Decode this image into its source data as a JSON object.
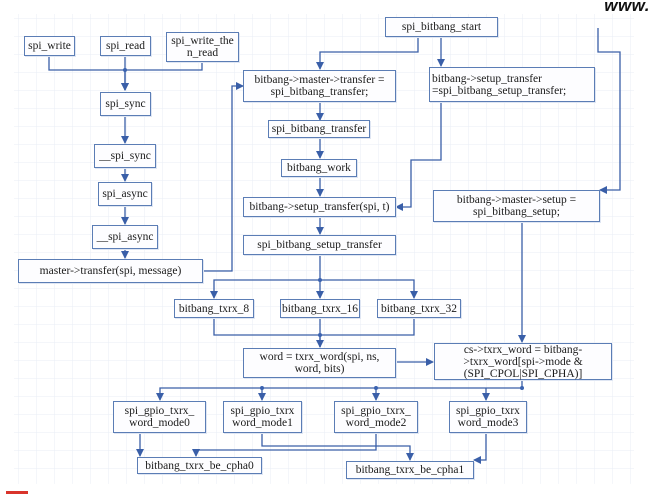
{
  "watermark": "www.",
  "nodes": {
    "spi_bitbang_start": "spi_bitbang_start",
    "spi_write": "spi_write",
    "spi_read": "spi_read",
    "spi_write_then_read": "spi_write_the n_read",
    "master_transfer_assign": "bitbang->master->transfer = spi_bitbang_transfer;",
    "setup_transfer_assign": "bitbang->setup_transfer =spi_bitbang_setup_transfer;",
    "spi_sync": "spi_sync",
    "spi_bitbang_transfer": "spi_bitbang_transfer",
    "__spi_sync": "__spi_sync",
    "bitbang_work": "bitbang_work",
    "spi_async": "spi_async",
    "setup_transfer_call": "bitbang->setup_transfer(spi, t)",
    "master_setup_assign": "bitbang->master->setup = spi_bitbang_setup;",
    "__spi_async": "__spi_async",
    "spi_bitbang_setup_transfer": "spi_bitbang_setup_transfer",
    "master_transfer_call": "master->transfer(spi, message)",
    "bitbang_txrx_8": "bitbang_txrx_8",
    "bitbang_txrx_16": "bitbang_txrx_16",
    "bitbang_txrx_32": "bitbang_txrx_32",
    "txrx_word_call": "word = txrx_word(spi, ns, word, bits)",
    "txrx_word_assign": "cs->txrx_word = bitbang->txrx_word[spi->mode & (SPI_CPOL|SPI_CPHA)]",
    "spi_gpio_txrx_word_mode0": "spi_gpio_txrx_ word_mode0",
    "spi_gpio_txrx_word_mode1": "spi_gpio_txrx word_mode1",
    "spi_gpio_txrx_word_mode2": "spi_gpio_txrx_ word_mode2",
    "spi_gpio_txrx_word_mode3": "spi_gpio_txrx word_mode3",
    "bitbang_txrx_be_cpha0": "bitbang_txrx_be_cpha0",
    "bitbang_txrx_be_cpha1": "bitbang_txrx_be_cpha1"
  },
  "colors": {
    "arrow": "#3a5fa8",
    "box_border": "#5b7db5",
    "grid": "#e4e8f0",
    "footer_accent": "#d9342b"
  }
}
